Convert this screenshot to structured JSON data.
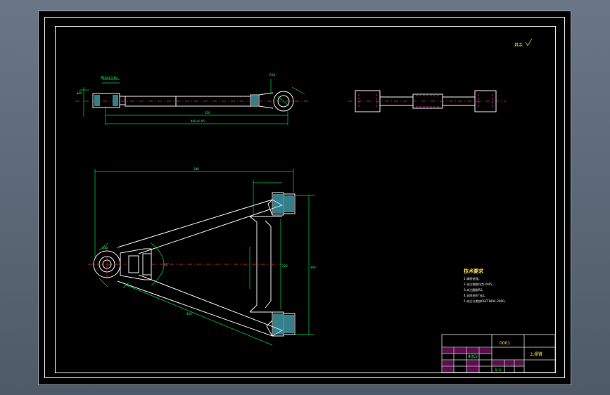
{
  "drawing": {
    "roughness_symbol": "其余",
    "notes": {
      "title": "技术要求",
      "items": [
        "1.调质处理。",
        "2.未注倒角均为1X45。",
        "3.未注圆角R2。",
        "4.去除毛刺飞边。",
        "5.未注公差按GB/T1804-2000。"
      ]
    },
    "title_block": {
      "drawing_no": "0001",
      "part_name": "上摆臂",
      "material": "40Cr",
      "scale": "1:1"
    }
  },
  "colors": {
    "background": "#000000",
    "outline": "#f2f2f2",
    "dimension": "#00d84a",
    "centerline": "#ff2a2a",
    "hidden": "#ff2bd6",
    "section_fill": "#5fe7ff"
  }
}
